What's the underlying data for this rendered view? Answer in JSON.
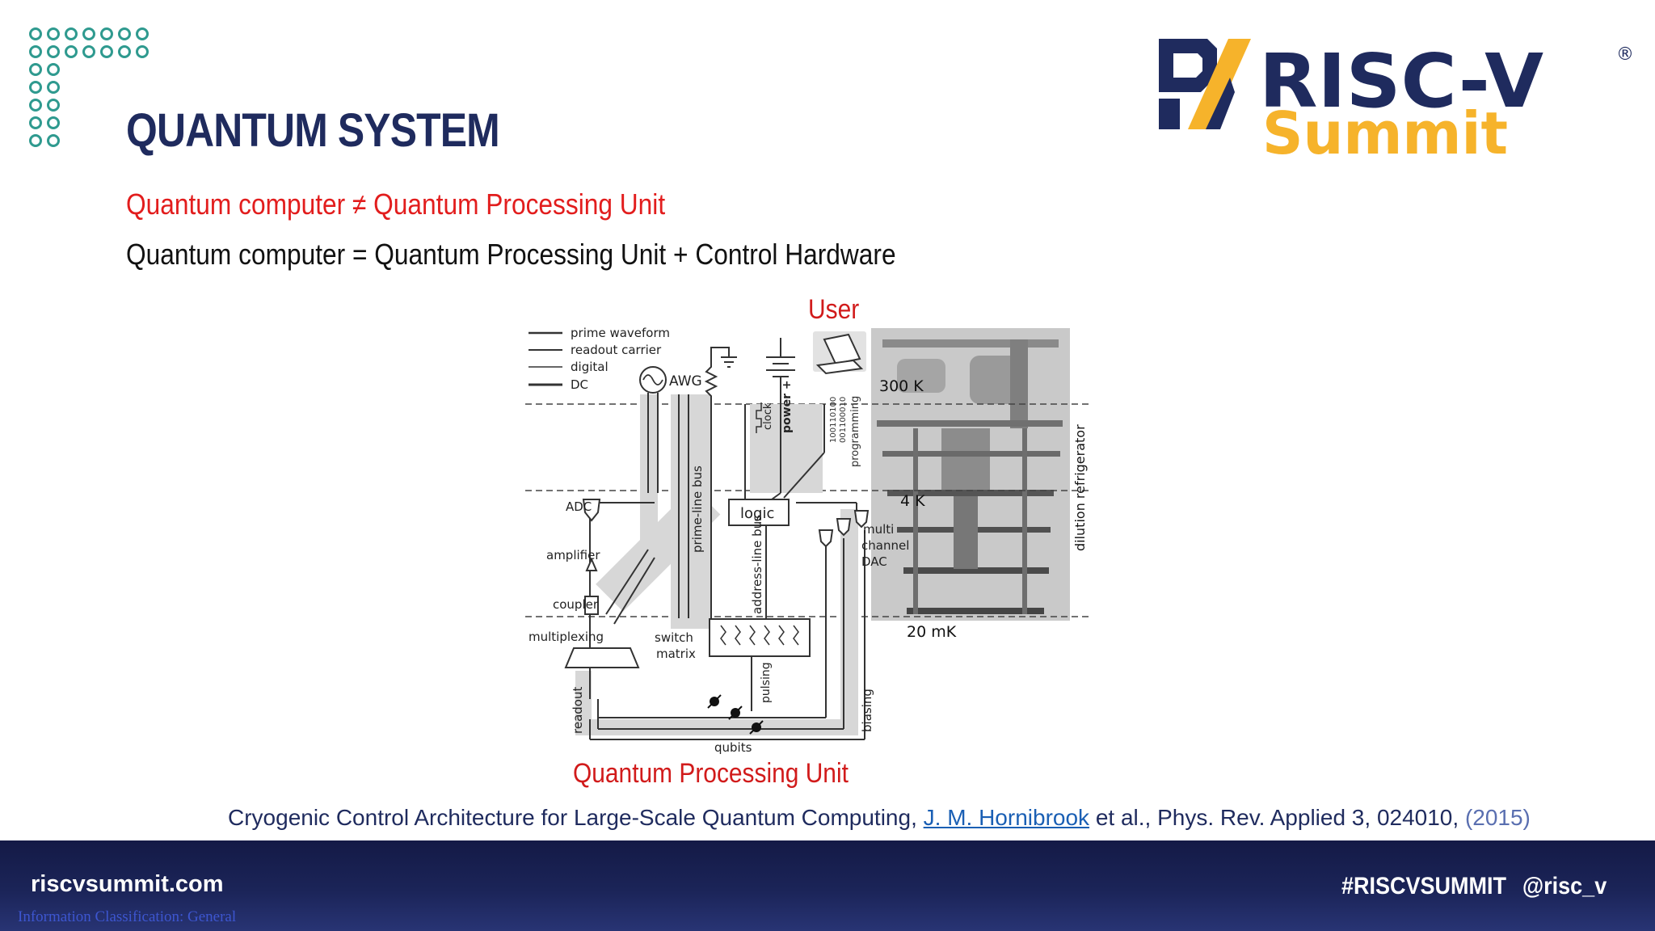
{
  "slide": {
    "title": "QUANTUM SYSTEM",
    "subtitle_inequality": "Quantum computer ≠ Quantum Processing Unit",
    "subtitle_equation": "Quantum computer = Quantum Processing Unit + Control Hardware"
  },
  "logo": {
    "wordmark": "RISC-V",
    "registered": "®",
    "event": "Summit",
    "colors": {
      "navy": "#1f2b5e",
      "gold": "#f6b32b"
    }
  },
  "diagram": {
    "user_label": "User",
    "qpu_label": "Quantum Processing Unit",
    "legend": [
      "prime waveform",
      "readout carrier",
      "digital",
      "DC"
    ],
    "temperatures": [
      "300 K",
      "4 K",
      "20 mK"
    ],
    "labels": {
      "awg": "AWG",
      "logic": "logic",
      "clock": "clock",
      "power": "power +",
      "bits1": "100110100",
      "bits2": "001100010",
      "programming": "programming",
      "adc": "ADC",
      "amplifier": "amplifier",
      "coupler": "coupler",
      "multiplexing": "multiplexing",
      "switch": "switch",
      "matrix": "matrix",
      "prime_line_bus": "prime-line bus",
      "address_line_bus": "address-line bus",
      "multi": "multi",
      "channel": "channel",
      "dac": "DAC",
      "dilution": "dilution refrigerator",
      "readout": "readout",
      "pulsing": "pulsing",
      "biasing": "biasing",
      "qubits": "qubits"
    }
  },
  "citation": {
    "before": "Cryogenic Control Architecture for Large-Scale Quantum Computing, ",
    "author_link": "J. M. Hornibrook",
    "after": " et al., Phys. Rev. Applied 3, 024010, ",
    "year": "(2015)"
  },
  "footer": {
    "site": "riscvsummit.com",
    "classification": "Information Classification: General",
    "hashtag": "#RISCVSUMMIT",
    "handle": "@risc_v"
  }
}
